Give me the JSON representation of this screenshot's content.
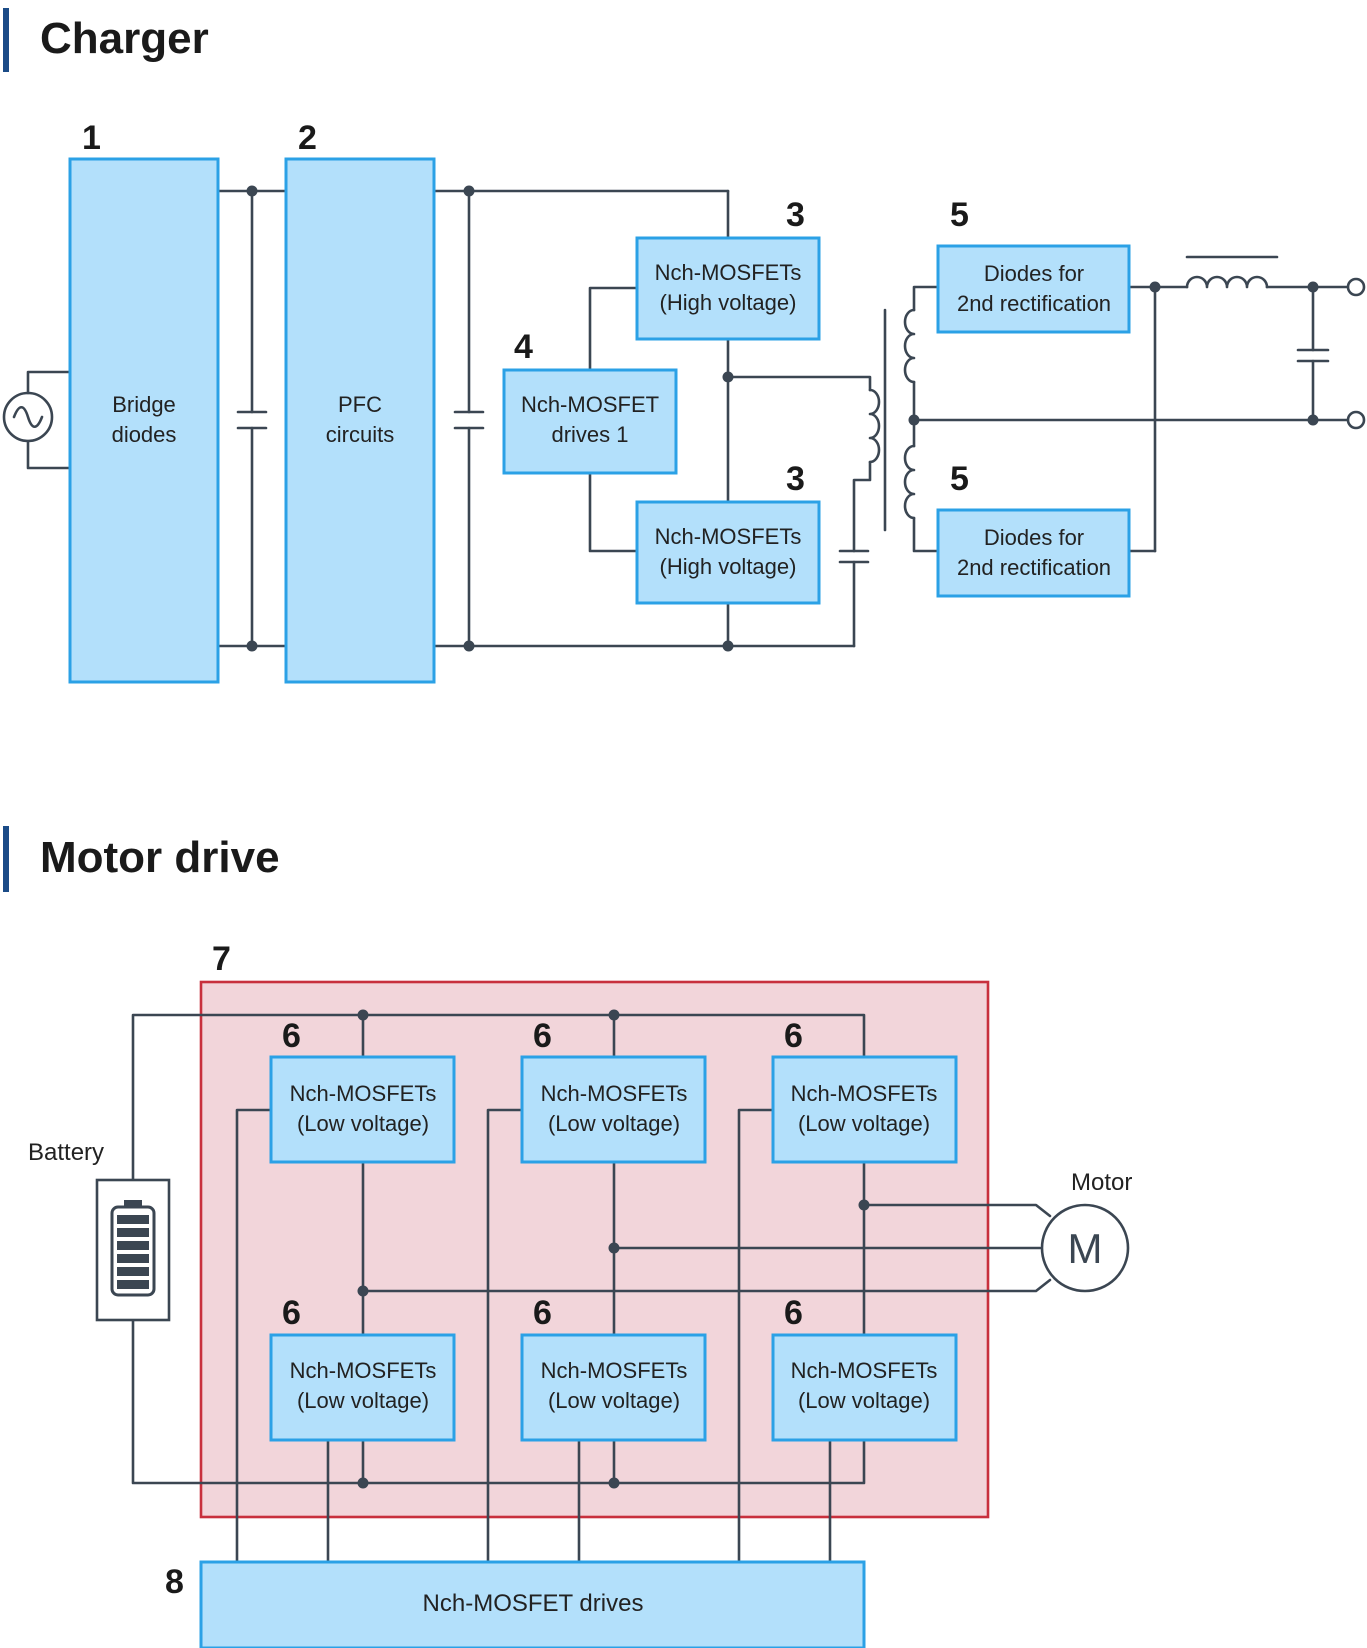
{
  "charger": {
    "title": "Charger",
    "num_1": "1",
    "num_2": "2",
    "num_3a": "3",
    "num_3b": "3",
    "num_4": "4",
    "num_5a": "5",
    "num_5b": "5",
    "bridge_line1": "Bridge",
    "bridge_line2": "diodes",
    "pfc_line1": "PFC",
    "pfc_line2": "circuits",
    "mos_high_line1": "Nch-MOSFETs",
    "mos_high_line2": "(High voltage)",
    "drive1_line1": "Nch-MOSFET",
    "drive1_line2": "drives 1",
    "diodes_line1": "Diodes for",
    "diodes_line2": "2nd rectification"
  },
  "motor": {
    "title": "Motor drive",
    "num_7": "7",
    "num_6": "6",
    "num_8": "8",
    "battery_label": "Battery",
    "motor_label": "Motor",
    "motor_symbol": "M",
    "mos_low_line1": "Nch-MOSFETs",
    "mos_low_line2": "(Low voltage)",
    "drives_label": "Nch-MOSFET drives"
  },
  "colors": {
    "block_fill": "#b3e0fb",
    "block_border": "#2ba1e6",
    "zone_fill": "#f2d5da",
    "zone_border": "#c8303d",
    "heading_bar": "#1b4b87",
    "wire": "#3b4652"
  }
}
